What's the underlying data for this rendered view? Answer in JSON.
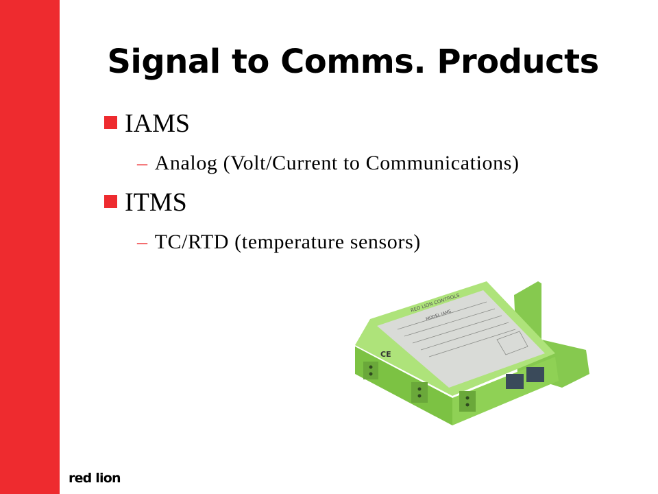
{
  "slide": {
    "title": "Signal to Comms. Products",
    "bullets": [
      {
        "label": "IAMS",
        "sub": "Analog (Volt/Current to Communications)"
      },
      {
        "label": "ITMS",
        "sub": "TC/RTD (temperature sensors)"
      }
    ],
    "dash": "–"
  },
  "product_label": {
    "brand": "RED LION CONTROLS",
    "model": "MODEL IAMS",
    "ce": "CE"
  },
  "logo": {
    "text": "red lion"
  },
  "colors": {
    "accent_red": "#ee2b2f",
    "device_green": "#a8e070"
  }
}
